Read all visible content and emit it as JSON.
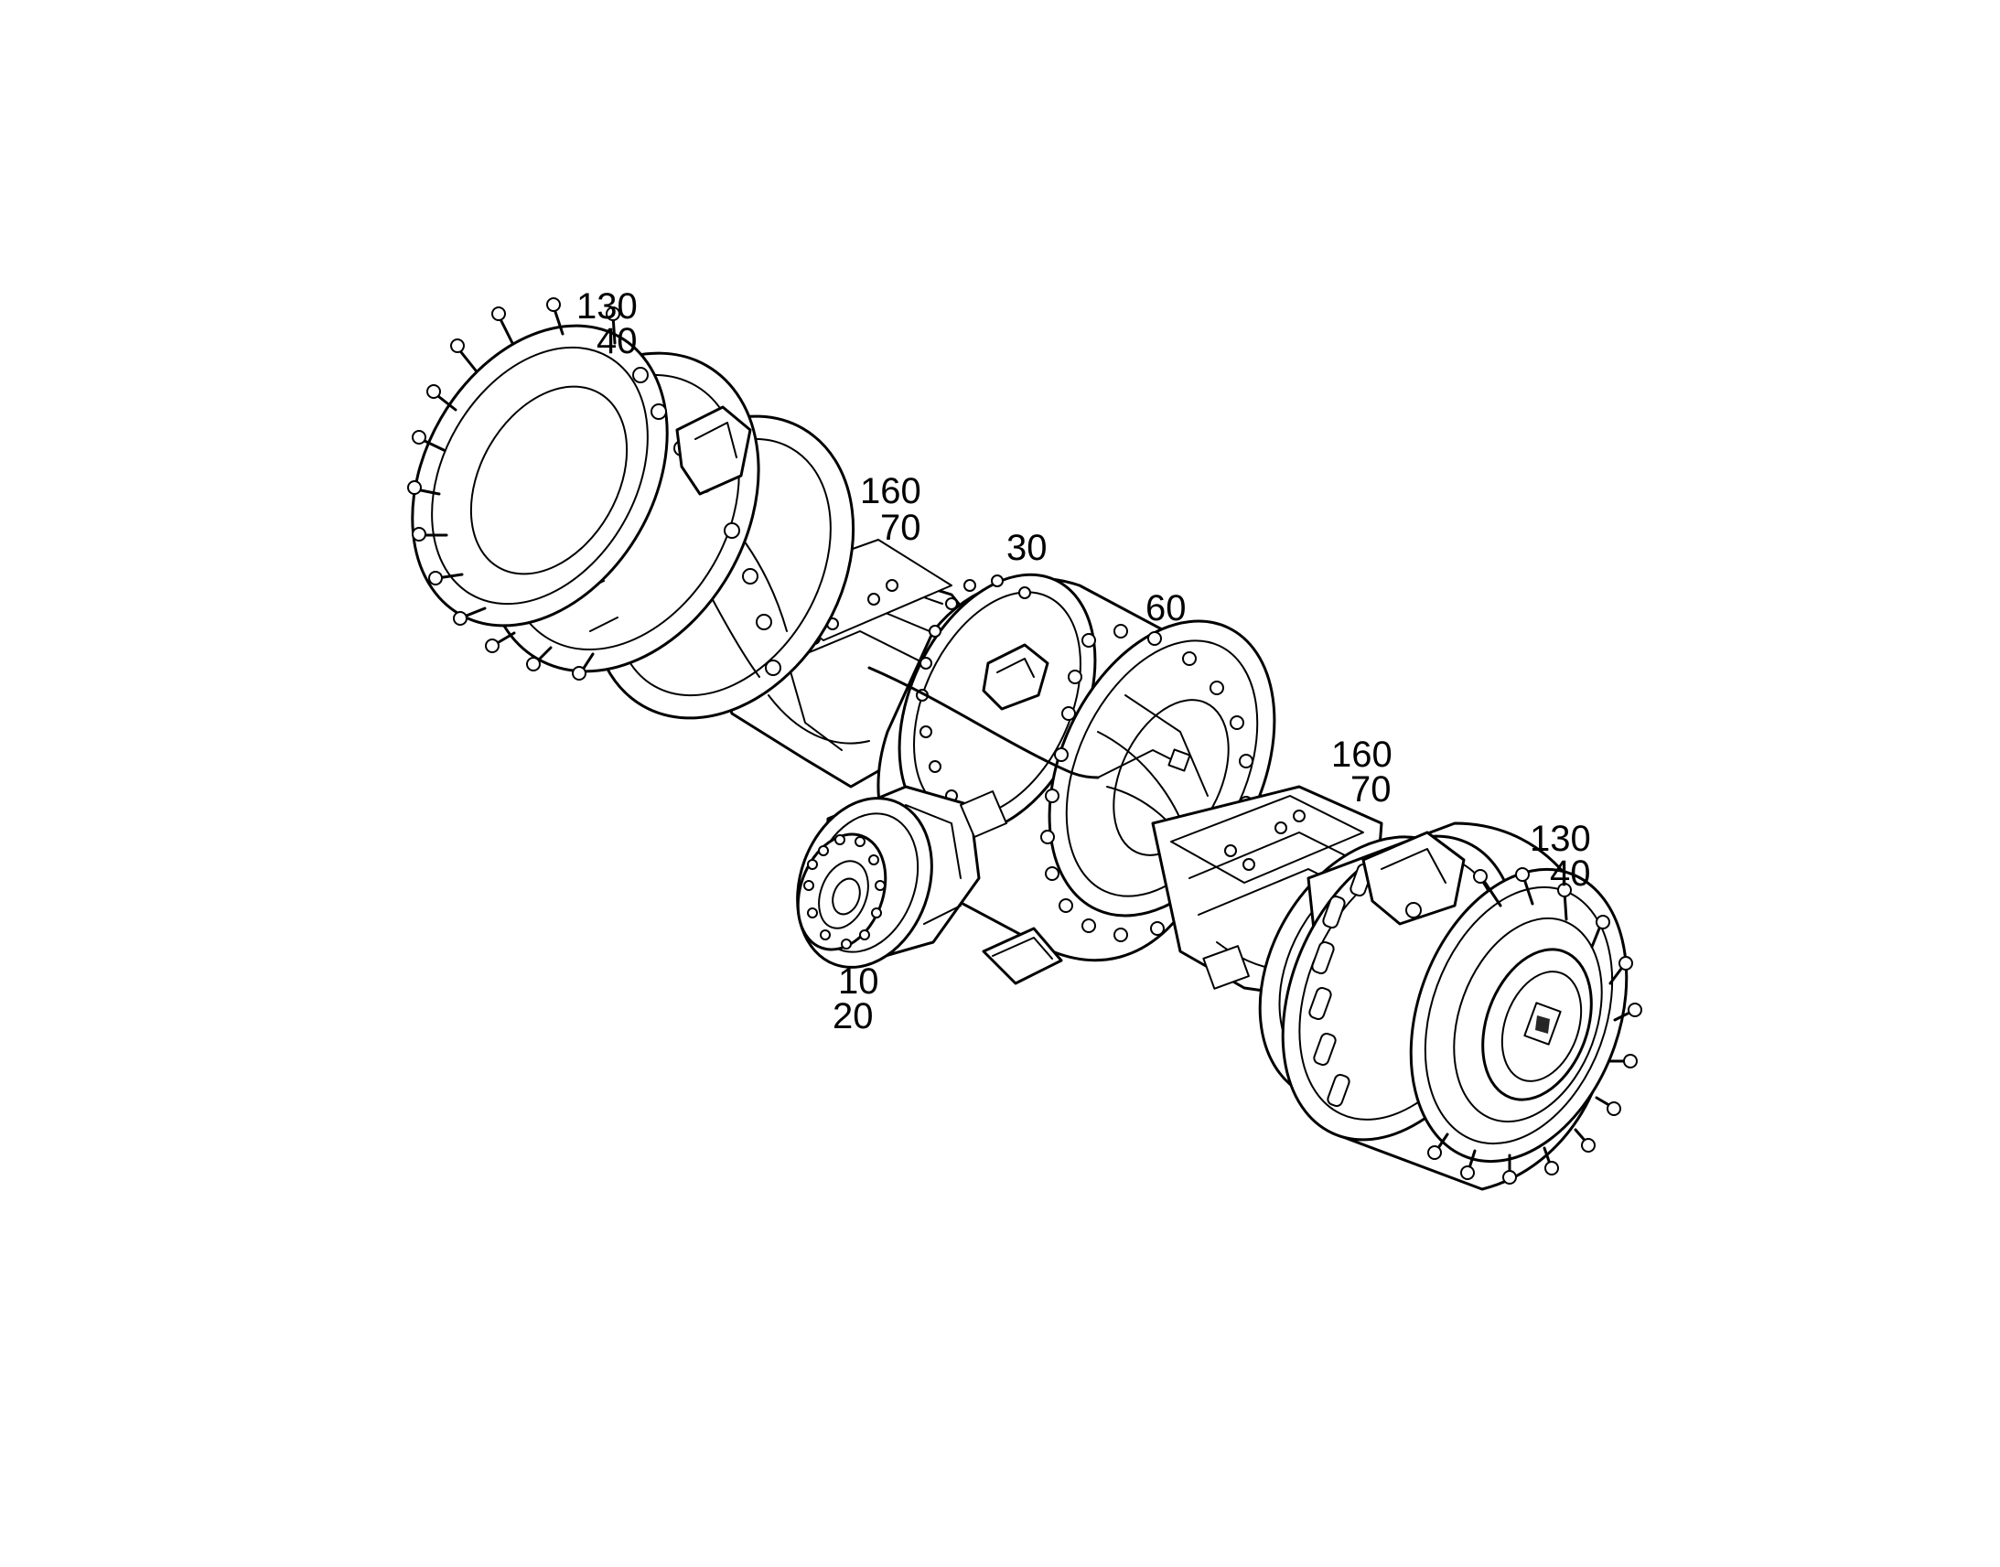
{
  "diagram": {
    "callouts": [
      {
        "id": "left-hub-130",
        "text": "130"
      },
      {
        "id": "left-hub-40",
        "text": "40"
      },
      {
        "id": "left-arm-160",
        "text": "160"
      },
      {
        "id": "left-arm-70",
        "text": "70"
      },
      {
        "id": "center-30",
        "text": "30"
      },
      {
        "id": "center-60",
        "text": "60"
      },
      {
        "id": "right-arm-160",
        "text": "160"
      },
      {
        "id": "right-arm-70",
        "text": "70"
      },
      {
        "id": "right-hub-130",
        "text": "130"
      },
      {
        "id": "right-hub-40",
        "text": "40"
      },
      {
        "id": "input-10",
        "text": "10"
      },
      {
        "id": "input-20",
        "text": "20"
      }
    ]
  }
}
